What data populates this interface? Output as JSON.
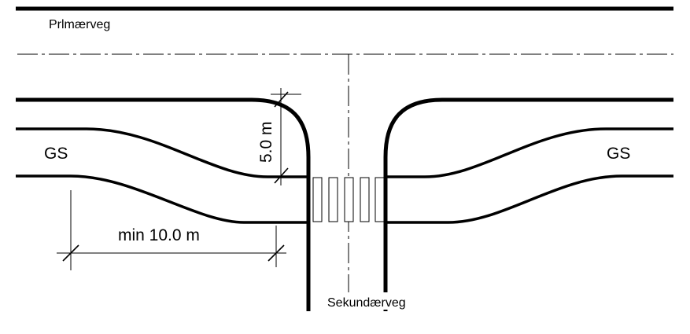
{
  "labels": {
    "primary_road": "Prlmærveg",
    "secondary_road": "Sekundærveg",
    "gs_left": "GS",
    "gs_right": "GS",
    "radius_dim": "5.0 m",
    "length_dim": "min 10.0 m"
  }
}
